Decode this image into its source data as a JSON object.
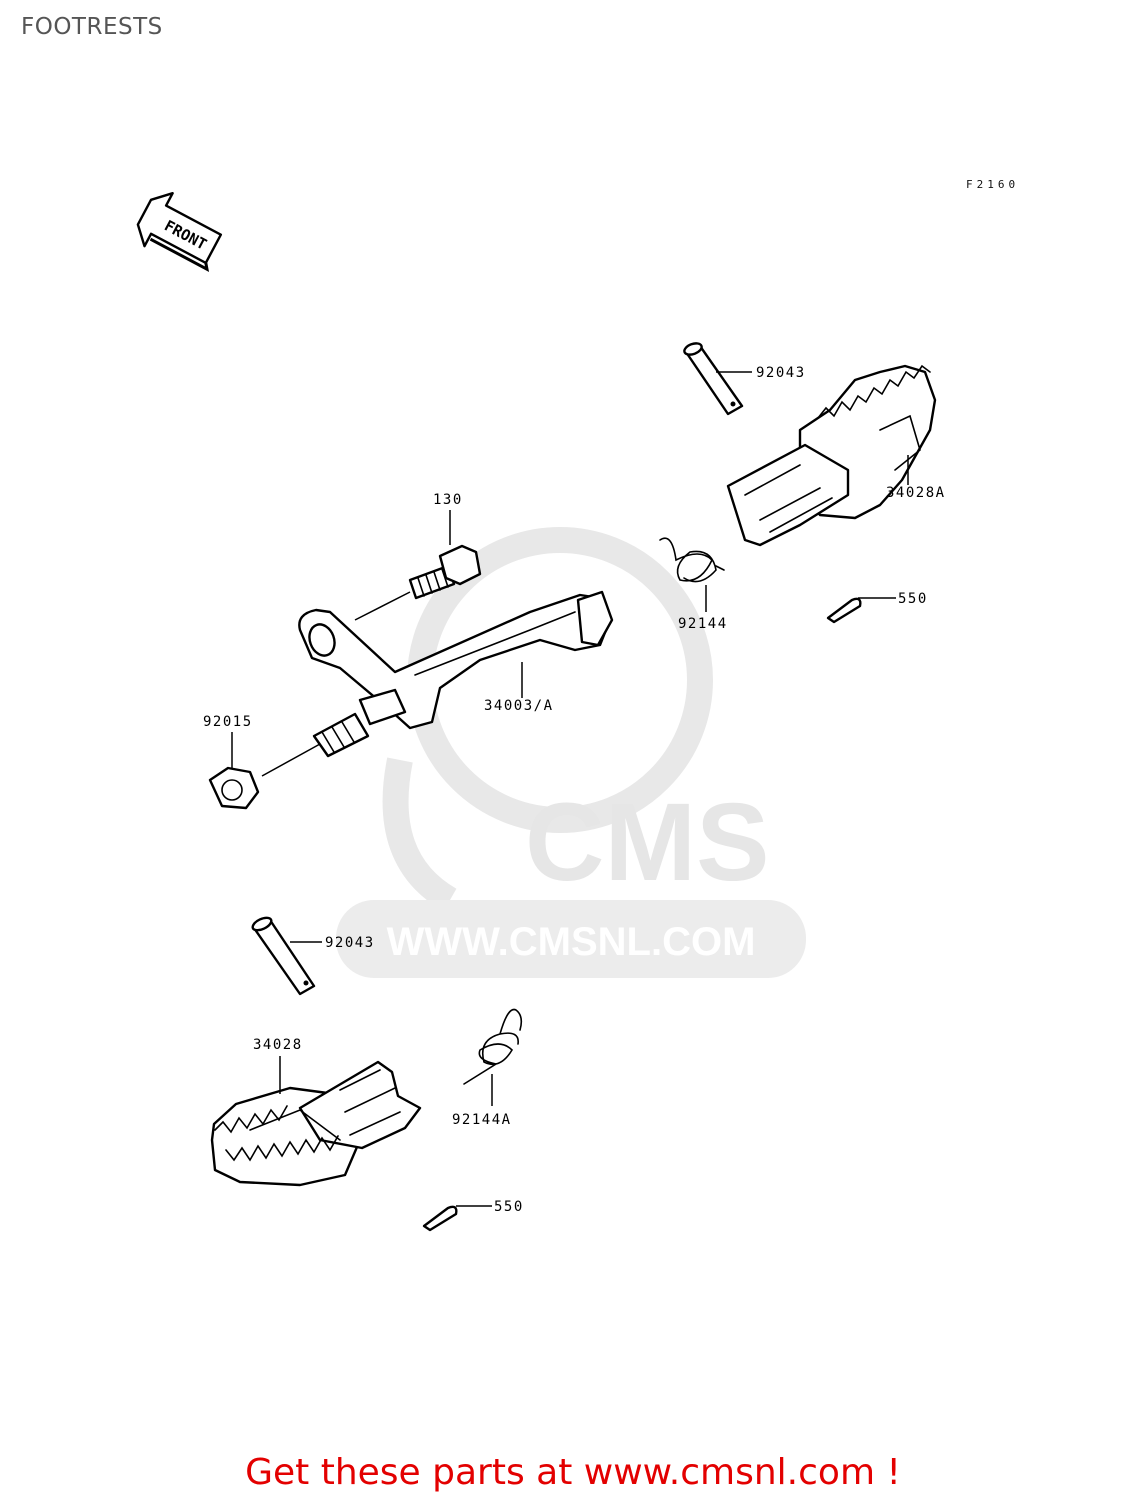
{
  "title": "FOOTRESTS",
  "figure_code": "F2160",
  "front_marker": "FRONT",
  "watermark": {
    "brand": "CMS",
    "url": "WWW.CMSNL.COM"
  },
  "labels": {
    "pin_right": "92043",
    "footpeg_right": "34028A",
    "bolt": "130",
    "spring_right": "92144",
    "cotter_right": "550",
    "bracket": "34003/A",
    "nut": "92015",
    "pin_left": "92043",
    "footpeg_left": "34028",
    "spring_left": "92144A",
    "cotter_left": "550"
  },
  "footer": "Get these parts at www.cmsnl.com !",
  "colors": {
    "footer": "#e30000",
    "watermark": "#e6e6e6",
    "title": "#555555"
  }
}
